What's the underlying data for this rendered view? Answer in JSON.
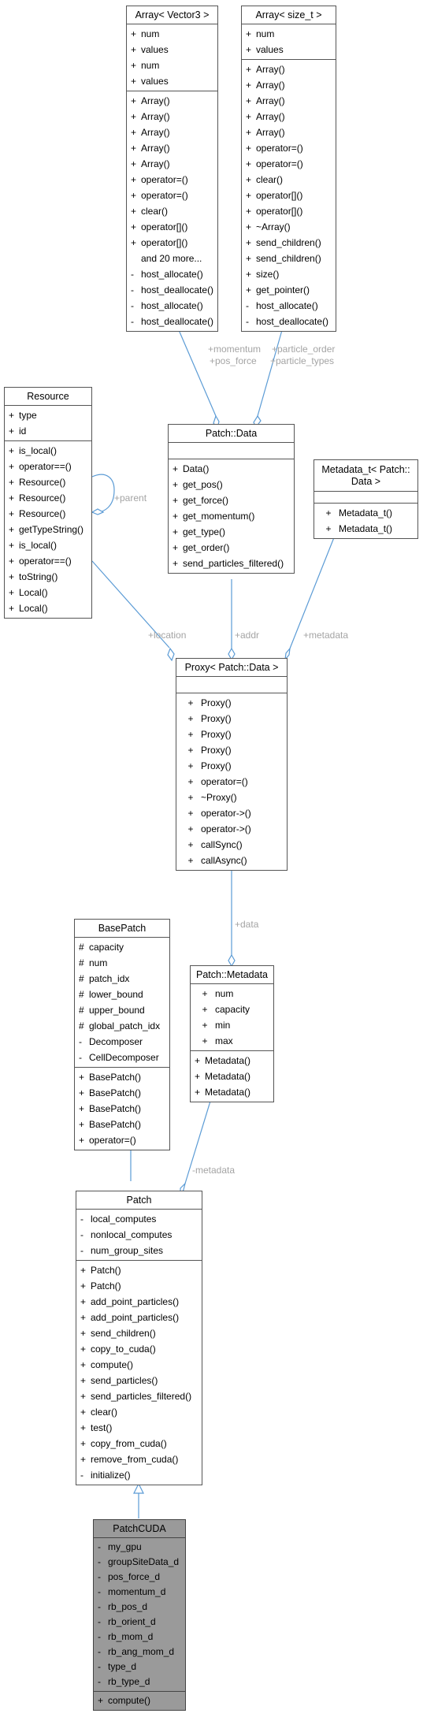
{
  "colors": {
    "edge": "#5b9bd5",
    "label": "#a4a4a4",
    "border": "#555555",
    "highlight": "#9a9a9a"
  },
  "classes": {
    "array_vector3": {
      "title": "Array< Vector3 >",
      "attributes": [
        {
          "vis": "+",
          "text": "num"
        },
        {
          "vis": "+",
          "text": "values"
        },
        {
          "vis": "+",
          "text": "num"
        },
        {
          "vis": "+",
          "text": "values"
        }
      ],
      "methods": [
        {
          "vis": "+",
          "text": "Array()"
        },
        {
          "vis": "+",
          "text": "Array()"
        },
        {
          "vis": "+",
          "text": "Array()"
        },
        {
          "vis": "+",
          "text": "Array()"
        },
        {
          "vis": "+",
          "text": "Array()"
        },
        {
          "vis": "+",
          "text": "operator=()"
        },
        {
          "vis": "+",
          "text": "operator=()"
        },
        {
          "vis": "+",
          "text": "clear()"
        },
        {
          "vis": "+",
          "text": "operator[]()"
        },
        {
          "vis": "+",
          "text": "operator[]()"
        },
        {
          "vis": "",
          "text": "and 20 more..."
        },
        {
          "vis": "-",
          "text": "host_allocate()"
        },
        {
          "vis": "-",
          "text": "host_deallocate()"
        },
        {
          "vis": "-",
          "text": "host_allocate()"
        },
        {
          "vis": "-",
          "text": "host_deallocate()"
        }
      ]
    },
    "array_size_t": {
      "title": "Array< size_t >",
      "attributes": [
        {
          "vis": "+",
          "text": "num"
        },
        {
          "vis": "+",
          "text": "values"
        }
      ],
      "methods": [
        {
          "vis": "+",
          "text": "Array()"
        },
        {
          "vis": "+",
          "text": "Array()"
        },
        {
          "vis": "+",
          "text": "Array()"
        },
        {
          "vis": "+",
          "text": "Array()"
        },
        {
          "vis": "+",
          "text": "Array()"
        },
        {
          "vis": "+",
          "text": "operator=()"
        },
        {
          "vis": "+",
          "text": "operator=()"
        },
        {
          "vis": "+",
          "text": "clear()"
        },
        {
          "vis": "+",
          "text": "operator[]()"
        },
        {
          "vis": "+",
          "text": "operator[]()"
        },
        {
          "vis": "+",
          "text": "~Array()"
        },
        {
          "vis": "+",
          "text": "send_children()"
        },
        {
          "vis": "+",
          "text": "send_children()"
        },
        {
          "vis": "+",
          "text": "size()"
        },
        {
          "vis": "+",
          "text": "get_pointer()"
        },
        {
          "vis": "-",
          "text": "host_allocate()"
        },
        {
          "vis": "-",
          "text": "host_deallocate()"
        }
      ]
    },
    "resource": {
      "title": "Resource",
      "attributes": [
        {
          "vis": "+",
          "text": "type"
        },
        {
          "vis": "+",
          "text": "id"
        }
      ],
      "methods": [
        {
          "vis": "+",
          "text": "is_local()"
        },
        {
          "vis": "+",
          "text": "operator==()"
        },
        {
          "vis": "+",
          "text": "Resource()"
        },
        {
          "vis": "+",
          "text": "Resource()"
        },
        {
          "vis": "+",
          "text": "Resource()"
        },
        {
          "vis": "+",
          "text": "getTypeString()"
        },
        {
          "vis": "+",
          "text": "is_local()"
        },
        {
          "vis": "+",
          "text": "operator==()"
        },
        {
          "vis": "+",
          "text": "toString()"
        },
        {
          "vis": "+",
          "text": "Local()"
        },
        {
          "vis": "+",
          "text": "Local()"
        }
      ]
    },
    "patch_data": {
      "title": "Patch::Data",
      "attributes": [],
      "methods": [
        {
          "vis": "+",
          "text": "Data()"
        },
        {
          "vis": "+",
          "text": "get_pos()"
        },
        {
          "vis": "+",
          "text": "get_force()"
        },
        {
          "vis": "+",
          "text": "get_momentum()"
        },
        {
          "vis": "+",
          "text": "get_type()"
        },
        {
          "vis": "+",
          "text": "get_order()"
        },
        {
          "vis": "+",
          "text": "send_particles_filtered()"
        }
      ]
    },
    "metadata_t": {
      "title_line1": "Metadata_t< Patch::",
      "title_line2": "Data >",
      "attributes": [],
      "methods": [
        {
          "vis": "+",
          "text": "Metadata_t()"
        },
        {
          "vis": "+",
          "text": "Metadata_t()"
        }
      ]
    },
    "proxy": {
      "title": "Proxy< Patch::Data >",
      "attributes": [],
      "methods": [
        {
          "vis": "+",
          "text": "Proxy()"
        },
        {
          "vis": "+",
          "text": "Proxy()"
        },
        {
          "vis": "+",
          "text": "Proxy()"
        },
        {
          "vis": "+",
          "text": "Proxy()"
        },
        {
          "vis": "+",
          "text": "Proxy()"
        },
        {
          "vis": "+",
          "text": "operator=()"
        },
        {
          "vis": "+",
          "text": "~Proxy()"
        },
        {
          "vis": "+",
          "text": "operator->()"
        },
        {
          "vis": "+",
          "text": "operator->()"
        },
        {
          "vis": "+",
          "text": "callSync()"
        },
        {
          "vis": "+",
          "text": "callAsync()"
        }
      ]
    },
    "basepatch": {
      "title": "BasePatch",
      "attributes": [
        {
          "vis": "#",
          "text": "capacity"
        },
        {
          "vis": "#",
          "text": "num"
        },
        {
          "vis": "#",
          "text": "patch_idx"
        },
        {
          "vis": "#",
          "text": "lower_bound"
        },
        {
          "vis": "#",
          "text": "upper_bound"
        },
        {
          "vis": "#",
          "text": "global_patch_idx"
        },
        {
          "vis": "-",
          "text": "Decomposer"
        },
        {
          "vis": "-",
          "text": "CellDecomposer"
        }
      ],
      "methods": [
        {
          "vis": "+",
          "text": "BasePatch()"
        },
        {
          "vis": "+",
          "text": "BasePatch()"
        },
        {
          "vis": "+",
          "text": "BasePatch()"
        },
        {
          "vis": "+",
          "text": "BasePatch()"
        },
        {
          "vis": "+",
          "text": "operator=()"
        }
      ]
    },
    "patch_metadata": {
      "title": "Patch::Metadata",
      "attributes": [
        {
          "vis": "+",
          "text": "num"
        },
        {
          "vis": "+",
          "text": "capacity"
        },
        {
          "vis": "+",
          "text": "min"
        },
        {
          "vis": "+",
          "text": "max"
        }
      ],
      "methods": [
        {
          "vis": "+",
          "text": "Metadata()"
        },
        {
          "vis": "+",
          "text": "Metadata()"
        },
        {
          "vis": "+",
          "text": "Metadata()"
        }
      ]
    },
    "patch": {
      "title": "Patch",
      "attributes": [
        {
          "vis": "-",
          "text": "local_computes"
        },
        {
          "vis": "-",
          "text": "nonlocal_computes"
        },
        {
          "vis": "-",
          "text": "num_group_sites"
        }
      ],
      "methods": [
        {
          "vis": "+",
          "text": "Patch()"
        },
        {
          "vis": "+",
          "text": "Patch()"
        },
        {
          "vis": "+",
          "text": "add_point_particles()"
        },
        {
          "vis": "+",
          "text": "add_point_particles()"
        },
        {
          "vis": "+",
          "text": "send_children()"
        },
        {
          "vis": "+",
          "text": "copy_to_cuda()"
        },
        {
          "vis": "+",
          "text": "compute()"
        },
        {
          "vis": "+",
          "text": "send_particles()"
        },
        {
          "vis": "+",
          "text": "send_particles_filtered()"
        },
        {
          "vis": "+",
          "text": "clear()"
        },
        {
          "vis": "+",
          "text": "test()"
        },
        {
          "vis": "+",
          "text": "copy_from_cuda()"
        },
        {
          "vis": "+",
          "text": "remove_from_cuda()"
        },
        {
          "vis": "-",
          "text": "initialize()"
        }
      ]
    },
    "patchcuda": {
      "title": "PatchCUDA",
      "attributes": [
        {
          "vis": "-",
          "text": "my_gpu"
        },
        {
          "vis": "-",
          "text": "groupSiteData_d"
        },
        {
          "vis": "-",
          "text": "pos_force_d"
        },
        {
          "vis": "-",
          "text": "momentum_d"
        },
        {
          "vis": "-",
          "text": "rb_pos_d"
        },
        {
          "vis": "-",
          "text": "rb_orient_d"
        },
        {
          "vis": "-",
          "text": "rb_mom_d"
        },
        {
          "vis": "-",
          "text": "rb_ang_mom_d"
        },
        {
          "vis": "-",
          "text": "type_d"
        },
        {
          "vis": "-",
          "text": "rb_type_d"
        }
      ],
      "methods": [
        {
          "vis": "+",
          "text": "compute()"
        }
      ]
    }
  },
  "edge_labels": {
    "momentum": "+momentum",
    "pos_force": "+pos_force",
    "particle_order": "+particle_order",
    "particle_types": "+particle_types",
    "parent": "+parent",
    "location": "+location",
    "addr": "+addr",
    "metadata": "+metadata",
    "data": "+data",
    "private_metadata": "-metadata"
  }
}
